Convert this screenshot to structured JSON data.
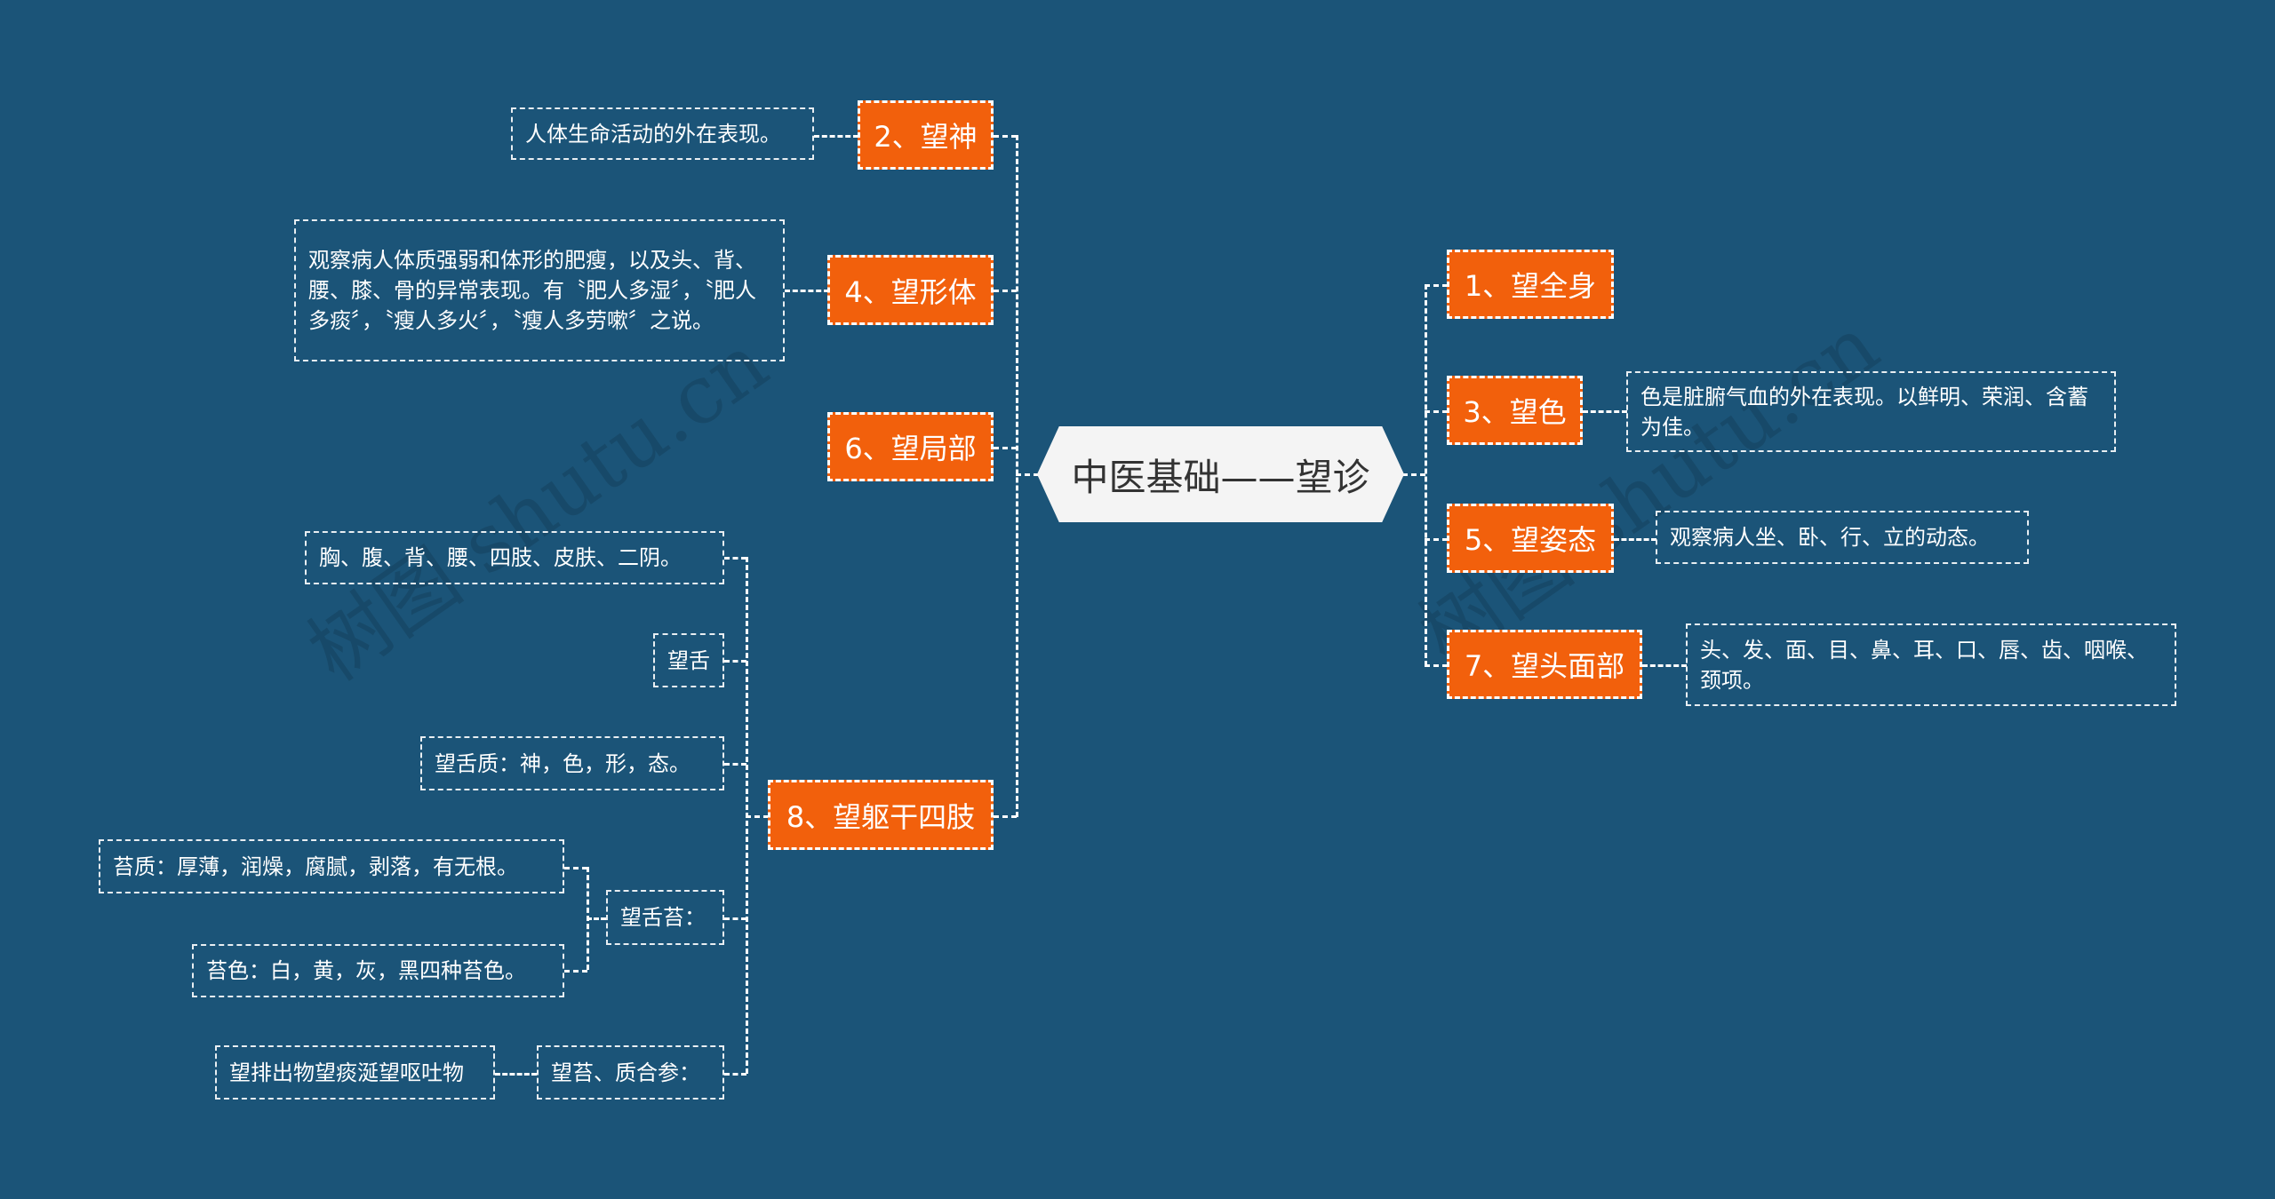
{
  "title": "中医基础——望诊",
  "left": [
    {
      "label": "2、望神",
      "detail": "人体生命活动的外在表现。"
    },
    {
      "label": "4、望形体",
      "detail": "观察病人体质强弱和体形的肥瘦，以及头、背、腰、膝、骨的异常表现。有〝肥人多湿〞，〝肥人多痰〞，〝瘦人多火〞，〝瘦人多劳嗽〞之说。"
    },
    {
      "label": "6、望局部"
    },
    {
      "label": "8、望躯干四肢",
      "children": [
        {
          "label": "胸、腹、背、腰、四肢、皮肤、二阴。"
        },
        {
          "label": "望舌"
        },
        {
          "label": "望舌质：神，色，形，态。"
        },
        {
          "label": "望舌苔：",
          "children": [
            {
              "label": "苔质：厚薄，润燥，腐腻，剥落，有无根。"
            },
            {
              "label": "苔色：白，黄，灰，黑四种苔色。"
            }
          ]
        },
        {
          "label": "望苔、质合参：",
          "children": [
            {
              "label": "望排出物望痰涎望呕吐物"
            }
          ]
        }
      ]
    }
  ],
  "right": [
    {
      "label": "1、望全身"
    },
    {
      "label": "3、望色",
      "detail": "色是脏腑气血的外在表现。以鲜明、荣润、含蓄为佳。"
    },
    {
      "label": "5、望姿态",
      "detail": "观察病人坐、卧、行、立的动态。"
    },
    {
      "label": "7、望头面部",
      "detail": "头、发、面、目、鼻、耳、口、唇、齿、咽喉、颈项。"
    }
  ],
  "colors": {
    "background": "#1b5478",
    "node": "#f2600c",
    "center": "#f4f4f4"
  }
}
